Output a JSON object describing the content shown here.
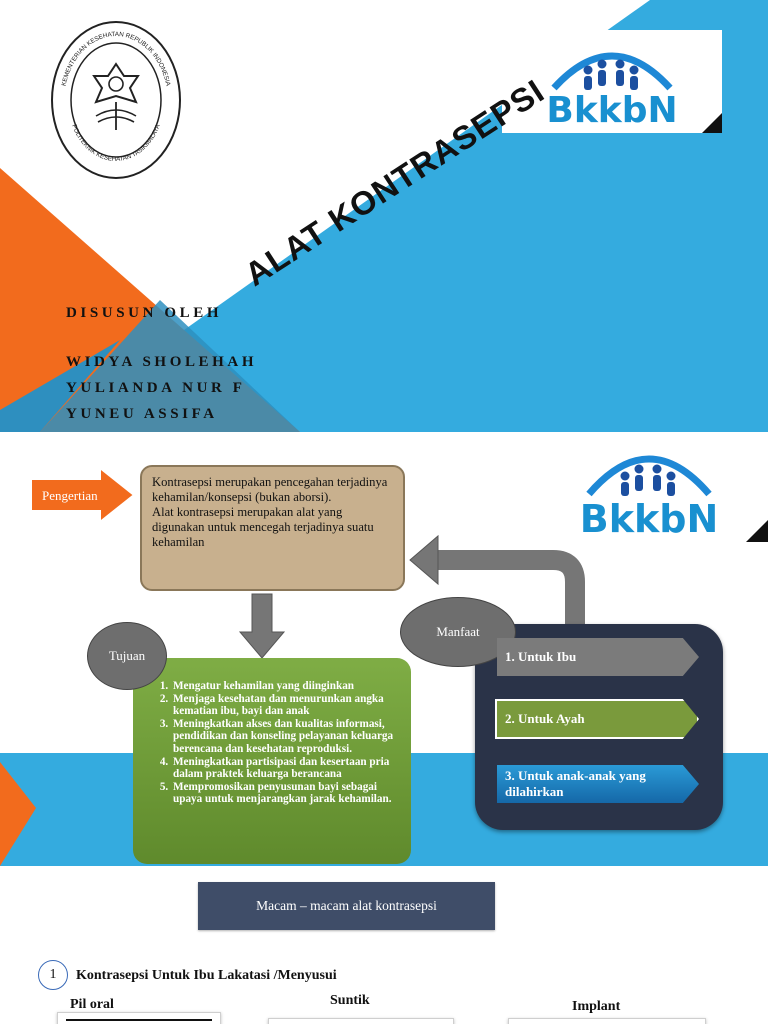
{
  "slide1": {
    "title": "ALAT KONTRASEPSI",
    "compiled_by_label": "DISUSUN OLEH",
    "authors": [
      "WIDYA SHOLEHAH",
      "YULIANDA NUR F",
      "YUNEU ASSIFA"
    ],
    "institution_logo": {
      "ring_text_top": "KEMENTERIAN KESEHATAN REPUBLIK INDONESIA",
      "ring_text_bottom": "POLITEKNIK KESEHATAN TASIKMALAYA"
    },
    "partner_logo_text": "BkkbN",
    "colors": {
      "blue": "#34abdf",
      "orange": "#f26b1d",
      "teal": "#2e8fbf"
    }
  },
  "slide2": {
    "pengertian_label": "Pengertian",
    "definition_lines": [
      "Kontrasepsi merupakan pencegahan terjadinya kehamilan/konsepsi (bukan aborsi).",
      "Alat kontrasepsi merupakan alat yang digunakan untuk mencegah terjadinya suatu kehamilan"
    ],
    "tujuan_label": "Tujuan",
    "tujuan_items": [
      "Mengatur kehamilan yang diinginkan",
      "Menjaga kesehatan dan menurunkan angka kematian ibu, bayi dan anak",
      "Meningkatkan akses dan kualitas informasi, pendidikan dan konseling pelayanan keluarga berencana dan kesehatan reproduksi.",
      "Meningkatkan partisipasi dan kesertaan pria dalam praktek keluarga berancana",
      "Mempromosikan penyusunan bayi sebagai upaya untuk menjarangkan jarak kehamilan."
    ],
    "manfaat_label": "Manfaat",
    "manfaat_items": [
      "1. Untuk Ibu",
      "2. Untuk Ayah",
      "3. Untuk anak-anak yang dilahirkan"
    ],
    "partner_logo_text": "BkkbN"
  },
  "slide3": {
    "banner": "Macam – macam alat kontrasepsi",
    "section_number": "1",
    "section_heading": "Kontrasepsi Untuk Ibu Lakatasi /Menyusui",
    "types": [
      "Pil oral",
      "Suntik",
      "Implant"
    ]
  }
}
